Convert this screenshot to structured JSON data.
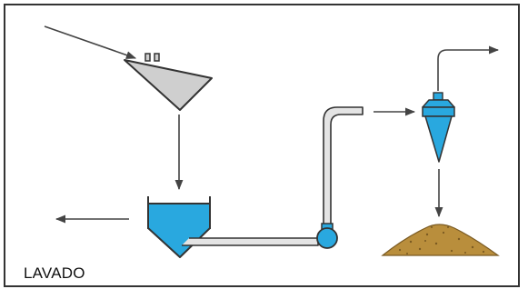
{
  "caption": "LAVADO",
  "colors": {
    "frame": "#333333",
    "arrow": "#555555",
    "water": "#29a8df",
    "vessel_outline": "#333333",
    "hopper_fill": "#cfcfcf",
    "pipe_fill": "#e4e4e4",
    "sand_fill": "#b98e3c",
    "sand_dark": "#7a5a22"
  },
  "components": [
    {
      "id": "feed-hopper",
      "shape": "inverted-triangle",
      "fill": "hopper_fill"
    },
    {
      "id": "washing-tank",
      "shape": "tank-with-cone",
      "fill": "water"
    },
    {
      "id": "pump",
      "shape": "circle",
      "fill": "water"
    },
    {
      "id": "vertical-pipe",
      "shape": "pipe",
      "fill": "pipe_fill"
    },
    {
      "id": "hydrocyclone",
      "shape": "cone",
      "fill": "water"
    },
    {
      "id": "sand-pile",
      "shape": "mound",
      "fill": "sand_fill"
    }
  ]
}
